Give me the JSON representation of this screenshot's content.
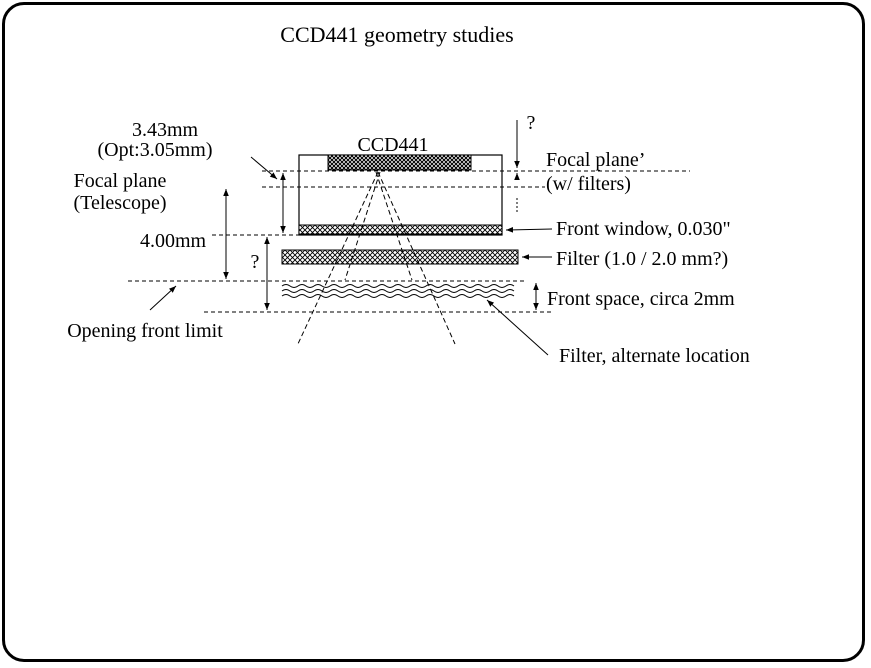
{
  "title": "CCD441 geometry studies",
  "labels": {
    "ccd": "CCD441",
    "thickness_main": "3.43mm",
    "thickness_opt": "(Opt:3.05mm)",
    "focal_plane_tel_1": "Focal plane",
    "focal_plane_tel_2": "(Telescope)",
    "distance": "4.00mm",
    "unknown_gap": "?",
    "opening_front_limit": "Opening front limit",
    "top_question": "?",
    "focal_plane_prime_1": "Focal plane’",
    "focal_plane_prime_2": "(w/ filters)",
    "front_window": "Front window, 0.030\"",
    "filter": "Filter (1.0 / 2.0 mm?)",
    "front_space": "Front space, circa 2mm",
    "filter_alternate": "Filter, alternate location"
  },
  "colors": {
    "ink": "#000000",
    "background": "#ffffff"
  }
}
